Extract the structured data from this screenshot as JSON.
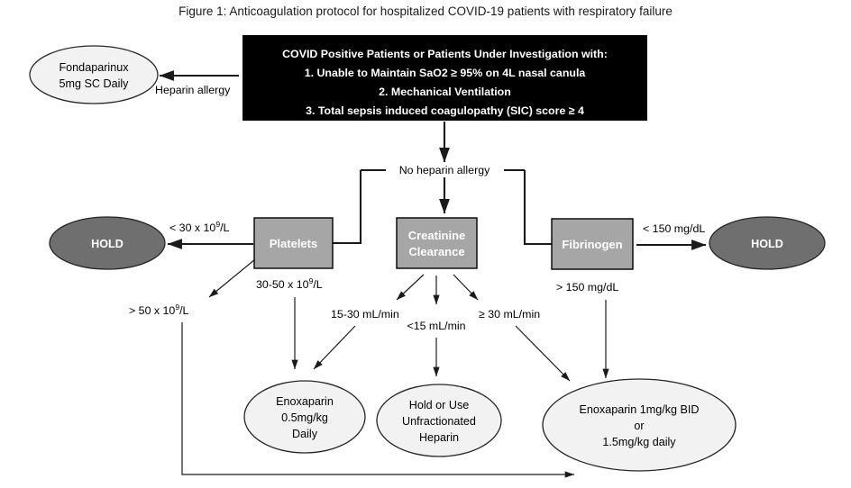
{
  "figure": {
    "title": "Figure 1: Anticoagulation protocol for hospitalized COVID-19 patients with respiratory failure"
  },
  "colors": {
    "root_fill": "#000000",
    "root_text": "#ffffff",
    "decision_fill": "#a6a6a6",
    "decision_text": "#ffffff",
    "terminal_fill": "#f2f2f2",
    "hold_fill": "#6f6f6f",
    "hold_text": "#ffffff",
    "connector": "#1a1a1a",
    "page_background": "#ffffff"
  },
  "root_box": {
    "name": "inclusion-criteria",
    "lines": [
      "COVID Positive Patients or Patients Under Investigation with:",
      "1. Unable to Maintain SaO2 ≥ 95% on 4L nasal canula",
      "2. Mechanical Ventilation",
      "3. Total sepsis induced coagulopathy (SIC) score ≥ 4"
    ]
  },
  "decision_boxes": [
    {
      "id": "platelets",
      "lines": [
        "Platelets"
      ]
    },
    {
      "id": "creatinine-clearance",
      "lines": [
        "Creatinine",
        "Clearance"
      ]
    },
    {
      "id": "fibrinogen",
      "lines": [
        "Fibrinogen"
      ]
    }
  ],
  "outcomes": [
    {
      "id": "fondaparinux",
      "style": "light",
      "lines": [
        "Fondaparinux",
        "5mg SC Daily"
      ]
    },
    {
      "id": "hold-platelets",
      "style": "dark",
      "lines": [
        "HOLD"
      ]
    },
    {
      "id": "hold-fibrinogen",
      "style": "dark",
      "lines": [
        "HOLD"
      ]
    },
    {
      "id": "enoxaparin-low",
      "style": "light",
      "lines": [
        "Enoxaparin",
        "0.5mg/kg",
        "Daily"
      ]
    },
    {
      "id": "unfractionated-heparin",
      "style": "light",
      "lines": [
        "Hold or Use",
        "Unfractionated",
        "Heparin"
      ]
    },
    {
      "id": "enoxaparin-full",
      "style": "light",
      "lines": [
        "Enoxaparin 1mg/kg BID",
        "or",
        "1.5mg/kg daily"
      ]
    }
  ],
  "edge_labels": {
    "heparin_allergy": "Heparin allergy",
    "no_heparin_allergy": "No heparin allergy",
    "platelets_hold": {
      "pre": "< 30 x 10",
      "sup": "9",
      "post": "/L"
    },
    "platelets_mid": {
      "pre": "30-50 x 10",
      "sup": "9",
      "post": "/L"
    },
    "platelets_high": {
      "pre": "> 50 x 10",
      "sup": "9",
      "post": "/L"
    },
    "crcl_mid": "15-30 mL/min",
    "crcl_low": "<15 mL/min",
    "crcl_high": "≥ 30 mL/min",
    "fibrinogen_hold": "< 150 mg/dL",
    "fibrinogen_ok": "> 150 mg/dL"
  }
}
